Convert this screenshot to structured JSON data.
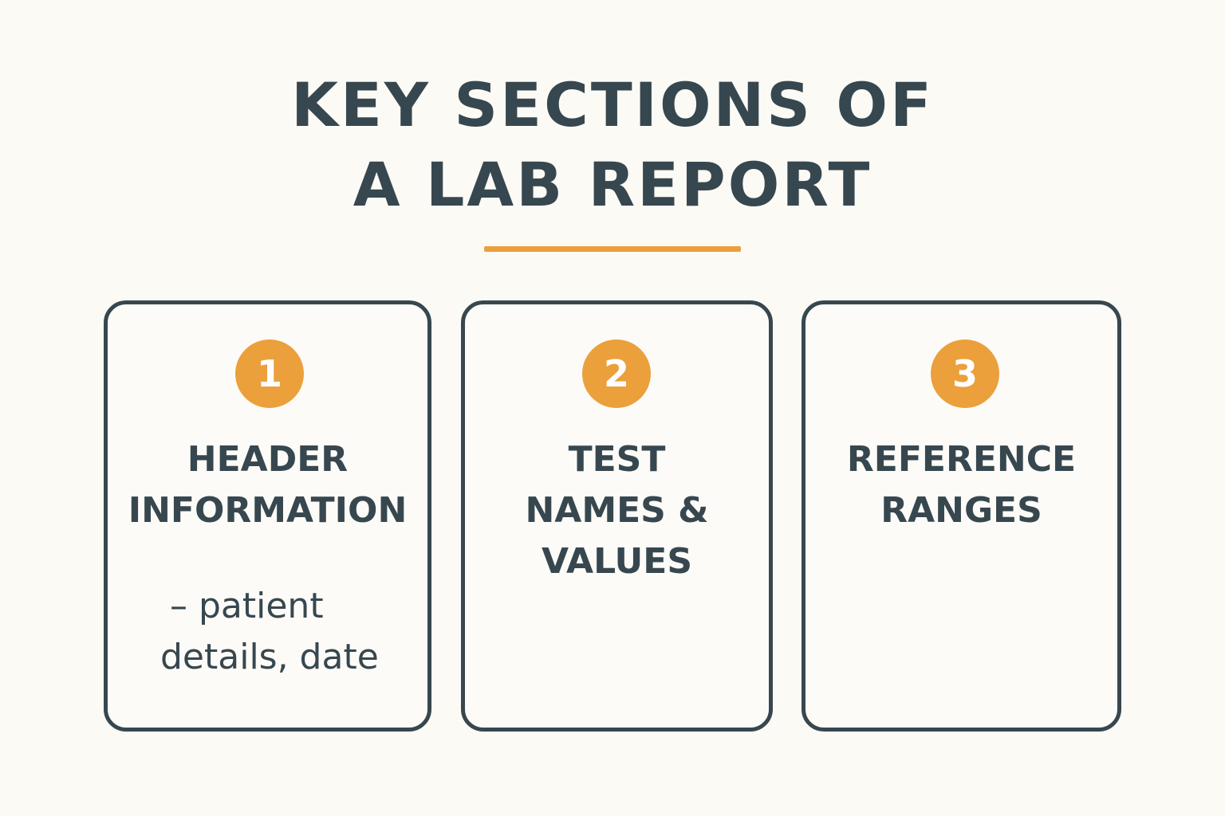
{
  "title": {
    "line1": "KEY SECTIONS OF",
    "line2": "A LAB REPORT"
  },
  "colors": {
    "accent": "#eba03c",
    "text": "#37474f",
    "background": "#fcfaf5"
  },
  "cards": [
    {
      "number": "1",
      "title_lines": [
        "HEADER",
        "INFORMATION"
      ],
      "description_lines": [
        "– patient",
        "details, date"
      ]
    },
    {
      "number": "2",
      "title_lines": [
        "TEST",
        "NAMES &",
        "VALUES"
      ]
    },
    {
      "number": "3",
      "title_lines": [
        "REFERENCE",
        "RANGES"
      ]
    }
  ]
}
